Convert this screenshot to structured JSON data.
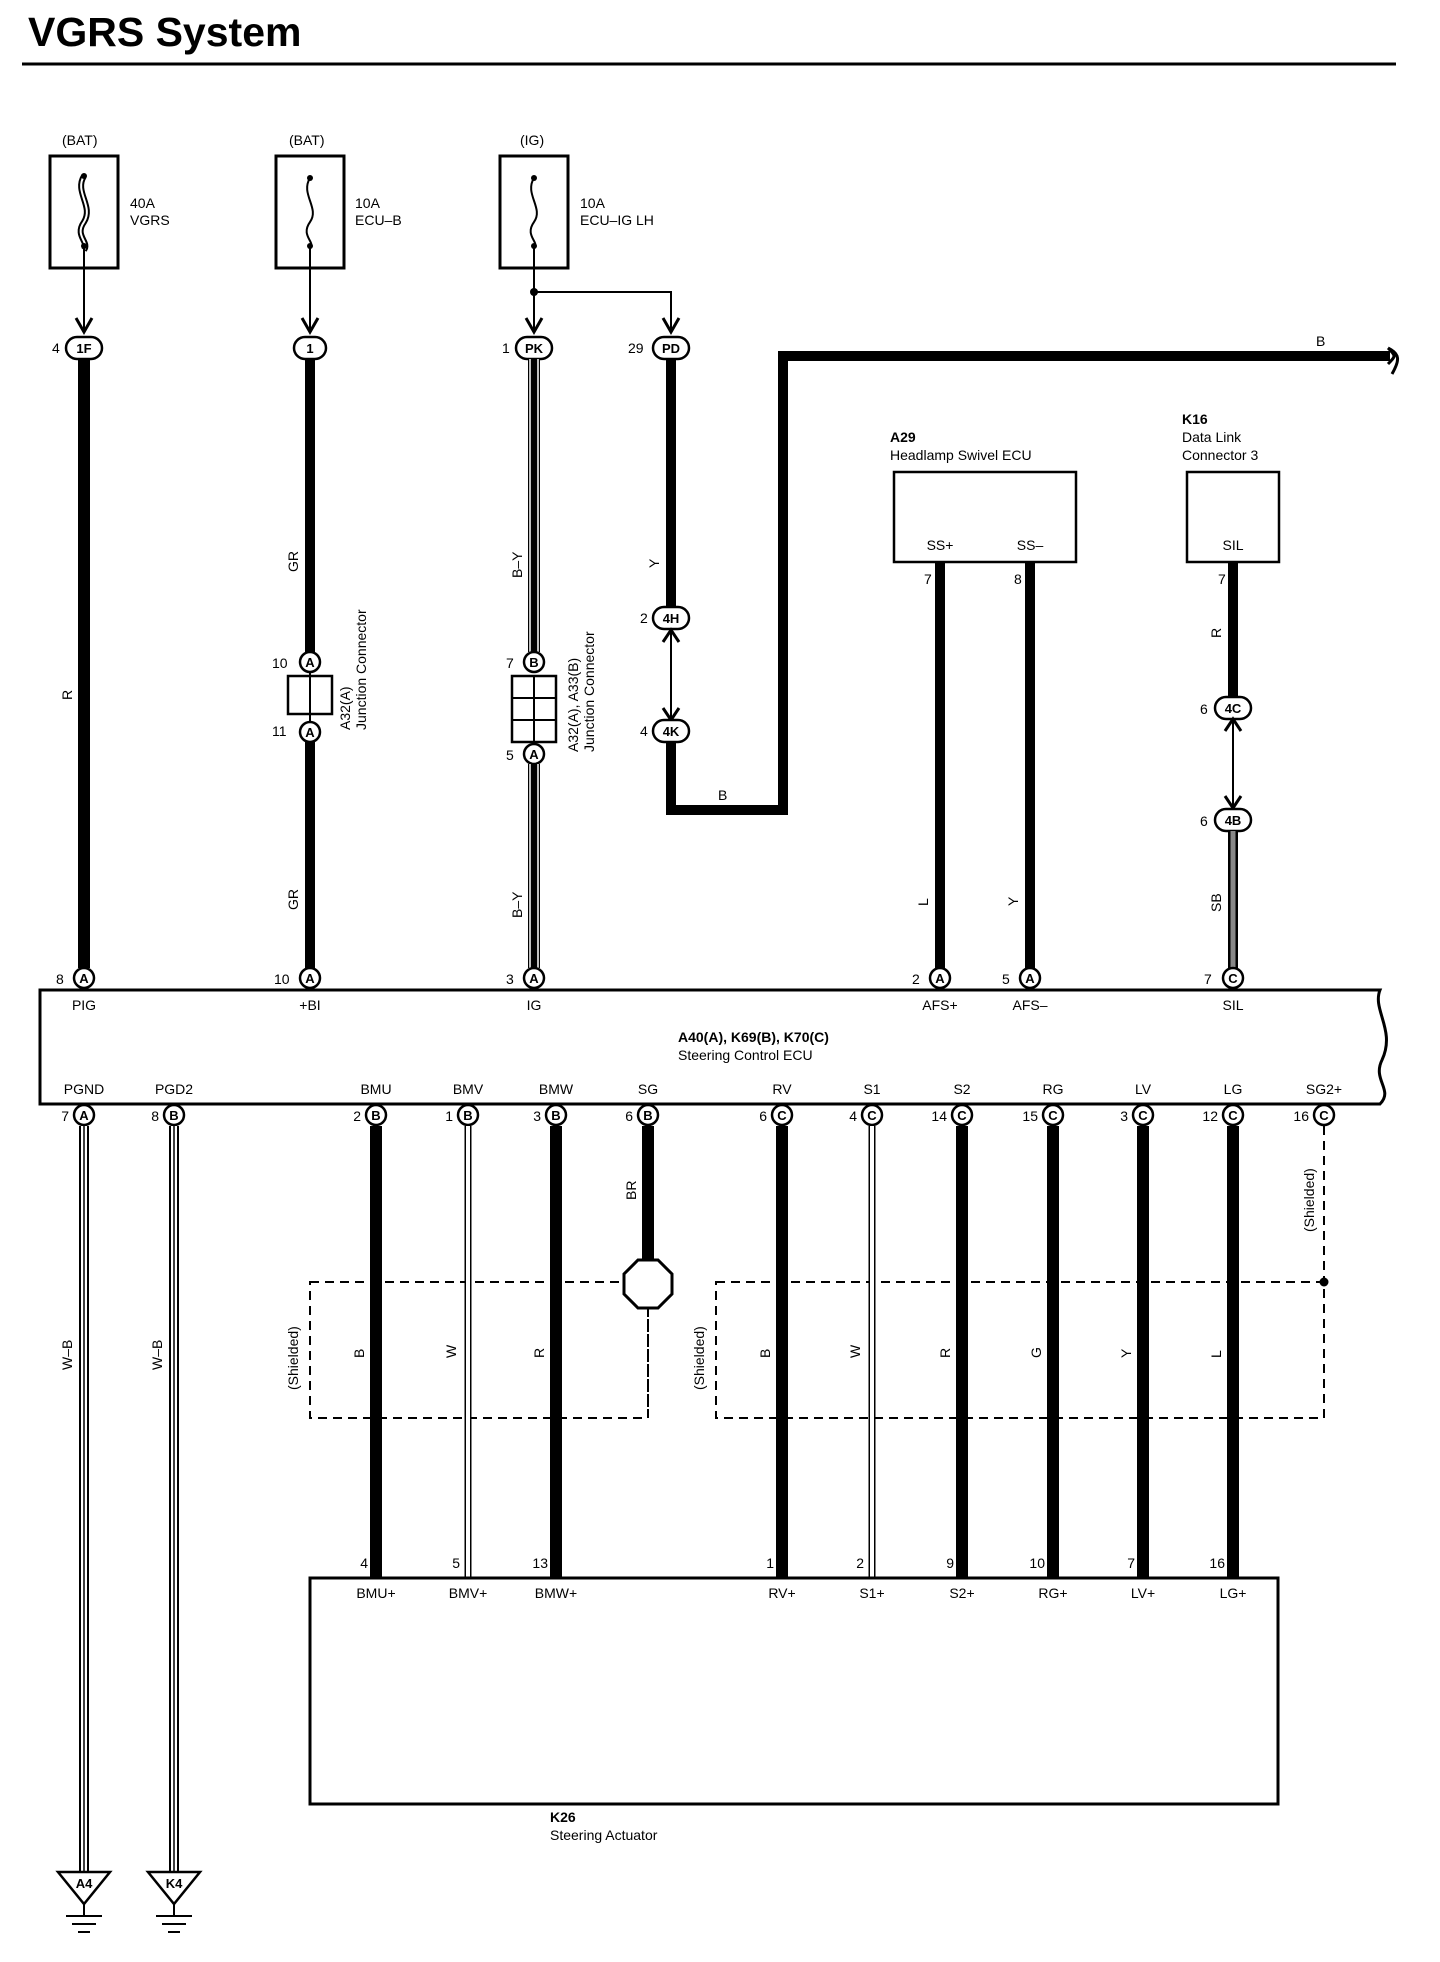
{
  "page_title": "VGRS System",
  "fuses": [
    {
      "source": "(BAT)",
      "amps": "40A",
      "name": "VGRS"
    },
    {
      "source": "(BAT)",
      "amps": "10A",
      "name": "ECU–B"
    },
    {
      "source": "(IG)",
      "amps": "10A",
      "name": "ECU–IG LH"
    }
  ],
  "top_connectors": [
    {
      "pin": "4",
      "code": "1F"
    },
    {
      "pin": "",
      "code": "1"
    },
    {
      "pin": "1",
      "code": "PK"
    },
    {
      "pin": "29",
      "code": "PD"
    }
  ],
  "wire_colors": {
    "pig": "R",
    "bi_upper": "GR",
    "bi_lower": "GR",
    "ig_upper": "B–Y",
    "ig_lower": "B–Y",
    "pd_y": "Y",
    "pd_b": "B",
    "ground_bus": "B",
    "afs_plus": "L",
    "afs_minus": "Y",
    "sil_upper": "R",
    "sil_lower": "SB",
    "pgnd": "W–B",
    "pgd2": "W–B",
    "sg": "BR",
    "bmu": "B",
    "bmv": "W",
    "bmw": "R",
    "rv": "B",
    "s1": "W",
    "s2": "R",
    "rg": "G",
    "lv": "Y",
    "lg": "L"
  },
  "junction_a": {
    "label1": "A32(A)",
    "label2": "Junction Connector",
    "top_pin": "10",
    "top_code": "A",
    "bot_pin": "11",
    "bot_code": "A"
  },
  "junction_b": {
    "label1": "A32(A), A33(B)",
    "label2": "Junction Connector",
    "top_pin": "7",
    "top_code": "B",
    "bot_pin": "5",
    "bot_code": "A"
  },
  "inline_connectors": [
    {
      "pin": "2",
      "code": "4H"
    },
    {
      "pin": "4",
      "code": "4K"
    },
    {
      "pin": "6",
      "code": "4C"
    },
    {
      "pin": "6",
      "code": "4B"
    }
  ],
  "headlamp_ecu": {
    "id": "A29",
    "name": "Headlamp Swivel ECU",
    "terminals": [
      {
        "name": "SS+",
        "pin": "7"
      },
      {
        "name": "SS–",
        "pin": "8"
      }
    ]
  },
  "dlc3": {
    "id": "K16",
    "name1": "Data Link",
    "name2": "Connector 3",
    "terminal": "SIL",
    "pin": "7"
  },
  "steering_ecu": {
    "id": "A40(A), K69(B), K70(C)",
    "name": "Steering Control ECU",
    "top_terminals": [
      {
        "name": "PIG",
        "pin": "8",
        "code": "A"
      },
      {
        "name": "+BI",
        "pin": "10",
        "code": "A"
      },
      {
        "name": "IG",
        "pin": "3",
        "code": "A"
      },
      {
        "name": "AFS+",
        "pin": "2",
        "code": "A"
      },
      {
        "name": "AFS–",
        "pin": "5",
        "code": "A"
      },
      {
        "name": "SIL",
        "pin": "7",
        "code": "C"
      }
    ],
    "bottom_terminals": [
      {
        "name": "PGND",
        "pin": "7",
        "code": "A"
      },
      {
        "name": "PGD2",
        "pin": "8",
        "code": "B"
      },
      {
        "name": "BMU",
        "pin": "2",
        "code": "B"
      },
      {
        "name": "BMV",
        "pin": "1",
        "code": "B"
      },
      {
        "name": "BMW",
        "pin": "3",
        "code": "B"
      },
      {
        "name": "SG",
        "pin": "6",
        "code": "B"
      },
      {
        "name": "RV",
        "pin": "6",
        "code": "C"
      },
      {
        "name": "S1",
        "pin": "4",
        "code": "C"
      },
      {
        "name": "S2",
        "pin": "14",
        "code": "C"
      },
      {
        "name": "RG",
        "pin": "15",
        "code": "C"
      },
      {
        "name": "LV",
        "pin": "3",
        "code": "C"
      },
      {
        "name": "LG",
        "pin": "12",
        "code": "C"
      },
      {
        "name": "SG2+",
        "pin": "16",
        "code": "C"
      }
    ]
  },
  "shielded_label": "(Shielded)",
  "actuator": {
    "id": "K26",
    "name": "Steering Actuator",
    "terminals": [
      {
        "name": "BMU+",
        "pin": "4"
      },
      {
        "name": "BMV+",
        "pin": "5"
      },
      {
        "name": "BMW+",
        "pin": "13"
      },
      {
        "name": "RV+",
        "pin": "1"
      },
      {
        "name": "S1+",
        "pin": "2"
      },
      {
        "name": "S2+",
        "pin": "9"
      },
      {
        "name": "RG+",
        "pin": "10"
      },
      {
        "name": "LV+",
        "pin": "7"
      },
      {
        "name": "LG+",
        "pin": "16"
      }
    ]
  },
  "grounds": [
    {
      "code": "A4"
    },
    {
      "code": "K4"
    }
  ]
}
